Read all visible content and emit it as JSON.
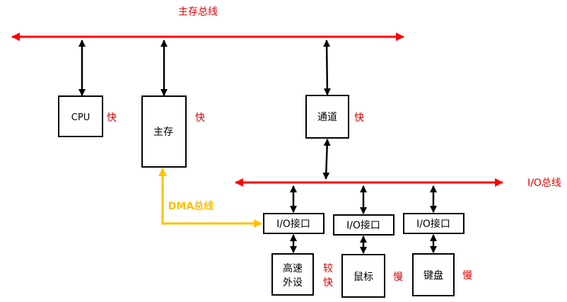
{
  "colors": {
    "bus": "#ff0000",
    "label_red": "#e00000",
    "dma": "#ffc000",
    "box": "#000000",
    "bg": "#ffffff"
  },
  "buses": {
    "main": "主存总线",
    "io": "I/O总线",
    "dma": "DMA总线"
  },
  "units": {
    "cpu": {
      "label": "CPU",
      "speed": "快"
    },
    "memory": {
      "label": "主存",
      "speed": "快"
    },
    "channel": {
      "label": "通道",
      "speed": "快"
    }
  },
  "io_ports": [
    "I/O接口",
    "I/O接口",
    "I/O接口"
  ],
  "devices": [
    {
      "line1": "高速",
      "line2": "外设",
      "speed1": "较",
      "speed2": "快"
    },
    {
      "label": "鼠标",
      "speed": "慢"
    },
    {
      "label": "键盘",
      "speed": "慢"
    }
  ]
}
